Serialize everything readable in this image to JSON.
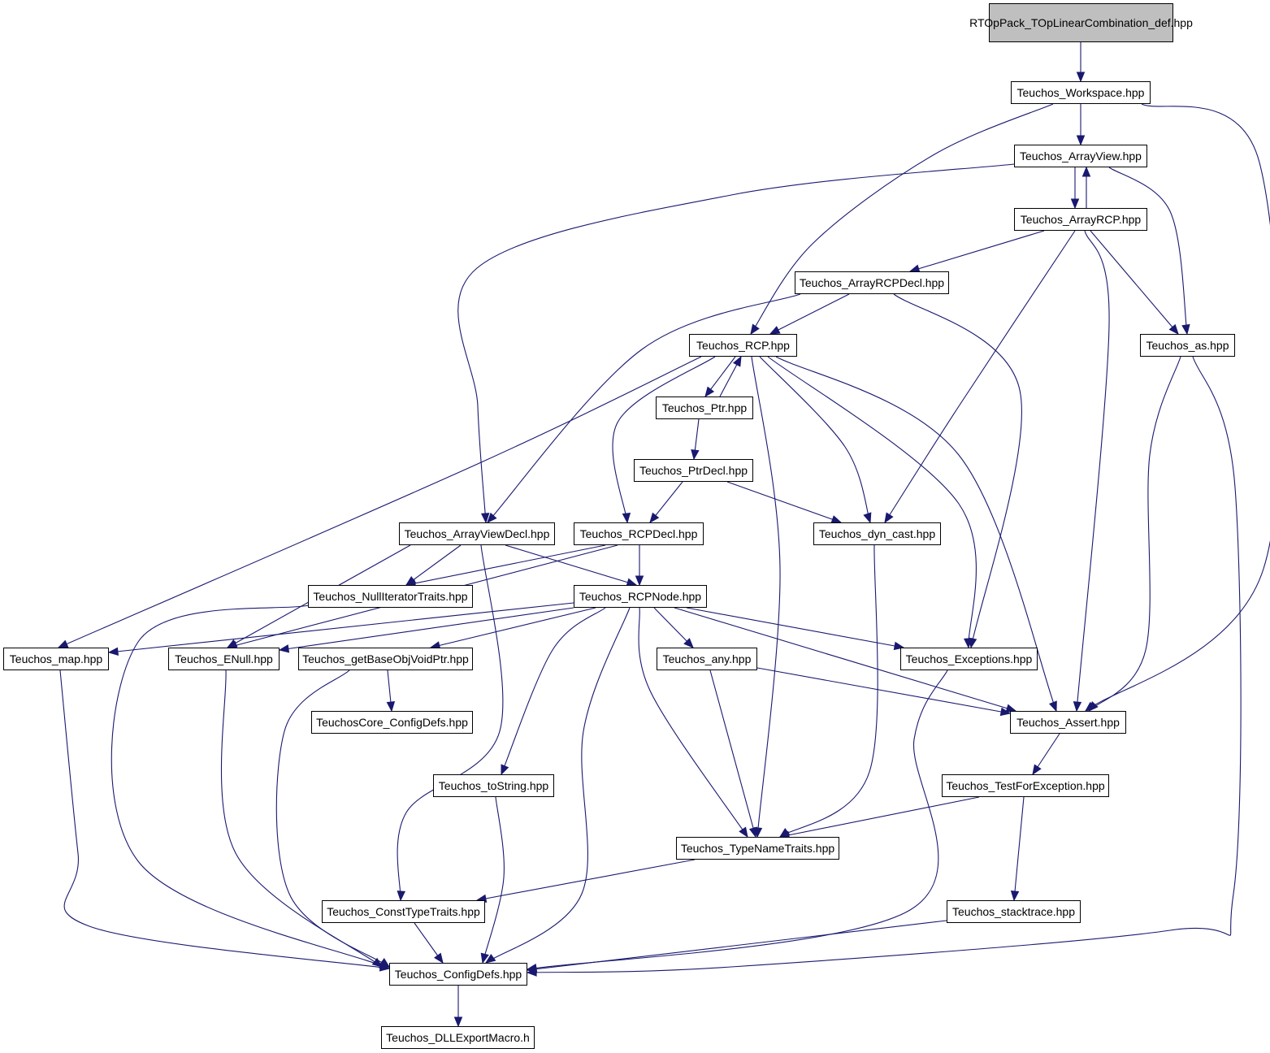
{
  "colors": {
    "edge": "#191970",
    "root_fill": "#bfbfbf",
    "node_fill": "#ffffff",
    "border": "#000000"
  },
  "nodes": {
    "root": "RTOpPack_TOpLinearCombination_def.hpp",
    "workspace": "Teuchos_Workspace.hpp",
    "arrayview": "Teuchos_ArrayView.hpp",
    "arrayrcp": "Teuchos_ArrayRCP.hpp",
    "arrayrcpdecl": "Teuchos_ArrayRCPDecl.hpp",
    "rcp": "Teuchos_RCP.hpp",
    "as": "Teuchos_as.hpp",
    "ptr": "Teuchos_Ptr.hpp",
    "ptrdecl": "Teuchos_PtrDecl.hpp",
    "arrayviewdecl": "Teuchos_ArrayViewDecl.hpp",
    "rcpdecl": "Teuchos_RCPDecl.hpp",
    "dyncast": "Teuchos_dyn_cast.hpp",
    "nulliter": "Teuchos_NullIteratorTraits.hpp",
    "rcpnode": "Teuchos_RCPNode.hpp",
    "map": "Teuchos_map.hpp",
    "enull": "Teuchos_ENull.hpp",
    "getbase": "Teuchos_getBaseObjVoidPtr.hpp",
    "any": "Teuchos_any.hpp",
    "exceptions": "Teuchos_Exceptions.hpp",
    "assert": "Teuchos_Assert.hpp",
    "coreconfig": "TeuchosCore_ConfigDefs.hpp",
    "tostring": "Teuchos_toString.hpp",
    "testforexc": "Teuchos_TestForException.hpp",
    "typename": "Teuchos_TypeNameTraits.hpp",
    "consttype": "Teuchos_ConstTypeTraits.hpp",
    "stacktrace": "Teuchos_stacktrace.hpp",
    "configdefs": "Teuchos_ConfigDefs.hpp",
    "dllexport": "Teuchos_DLLExportMacro.h"
  },
  "edges": [
    [
      "root",
      "workspace"
    ],
    [
      "workspace",
      "arrayview"
    ],
    [
      "workspace",
      "rcp"
    ],
    [
      "workspace",
      "assert"
    ],
    [
      "arrayview",
      "arrayrcp"
    ],
    [
      "arrayview",
      "arrayviewdecl"
    ],
    [
      "arrayview",
      "as"
    ],
    [
      "arrayrcp",
      "arrayview"
    ],
    [
      "arrayrcp",
      "arrayrcpdecl"
    ],
    [
      "arrayrcp",
      "dyncast"
    ],
    [
      "arrayrcp",
      "as"
    ],
    [
      "arrayrcp",
      "assert"
    ],
    [
      "arrayrcpdecl",
      "rcp"
    ],
    [
      "arrayrcpdecl",
      "arrayviewdecl"
    ],
    [
      "arrayrcpdecl",
      "exceptions"
    ],
    [
      "rcp",
      "ptr"
    ],
    [
      "rcp",
      "rcpdecl"
    ],
    [
      "rcp",
      "map"
    ],
    [
      "rcp",
      "dyncast"
    ],
    [
      "rcp",
      "typename"
    ],
    [
      "rcp",
      "exceptions"
    ],
    [
      "rcp",
      "assert"
    ],
    [
      "ptr",
      "rcp"
    ],
    [
      "ptr",
      "ptrdecl"
    ],
    [
      "ptrdecl",
      "rcpdecl"
    ],
    [
      "ptrdecl",
      "dyncast"
    ],
    [
      "as",
      "assert"
    ],
    [
      "as",
      "configdefs"
    ],
    [
      "arrayviewdecl",
      "nulliter"
    ],
    [
      "arrayviewdecl",
      "enull"
    ],
    [
      "arrayviewdecl",
      "rcpnode"
    ],
    [
      "arrayviewdecl",
      "consttype"
    ],
    [
      "rcpdecl",
      "nulliter"
    ],
    [
      "rcpdecl",
      "enull"
    ],
    [
      "rcpdecl",
      "rcpnode"
    ],
    [
      "dyncast",
      "typename"
    ],
    [
      "nulliter",
      "configdefs"
    ],
    [
      "rcpnode",
      "map"
    ],
    [
      "rcpnode",
      "enull"
    ],
    [
      "rcpnode",
      "getbase"
    ],
    [
      "rcpnode",
      "any"
    ],
    [
      "rcpnode",
      "exceptions"
    ],
    [
      "rcpnode",
      "assert"
    ],
    [
      "rcpnode",
      "tostring"
    ],
    [
      "rcpnode",
      "typename"
    ],
    [
      "rcpnode",
      "configdefs"
    ],
    [
      "map",
      "configdefs"
    ],
    [
      "enull",
      "configdefs"
    ],
    [
      "getbase",
      "coreconfig"
    ],
    [
      "getbase",
      "configdefs"
    ],
    [
      "any",
      "typename"
    ],
    [
      "any",
      "assert"
    ],
    [
      "exceptions",
      "configdefs"
    ],
    [
      "assert",
      "testforexc"
    ],
    [
      "tostring",
      "configdefs"
    ],
    [
      "testforexc",
      "typename"
    ],
    [
      "testforexc",
      "stacktrace"
    ],
    [
      "typename",
      "consttype"
    ],
    [
      "consttype",
      "configdefs"
    ],
    [
      "stacktrace",
      "configdefs"
    ],
    [
      "configdefs",
      "dllexport"
    ]
  ]
}
